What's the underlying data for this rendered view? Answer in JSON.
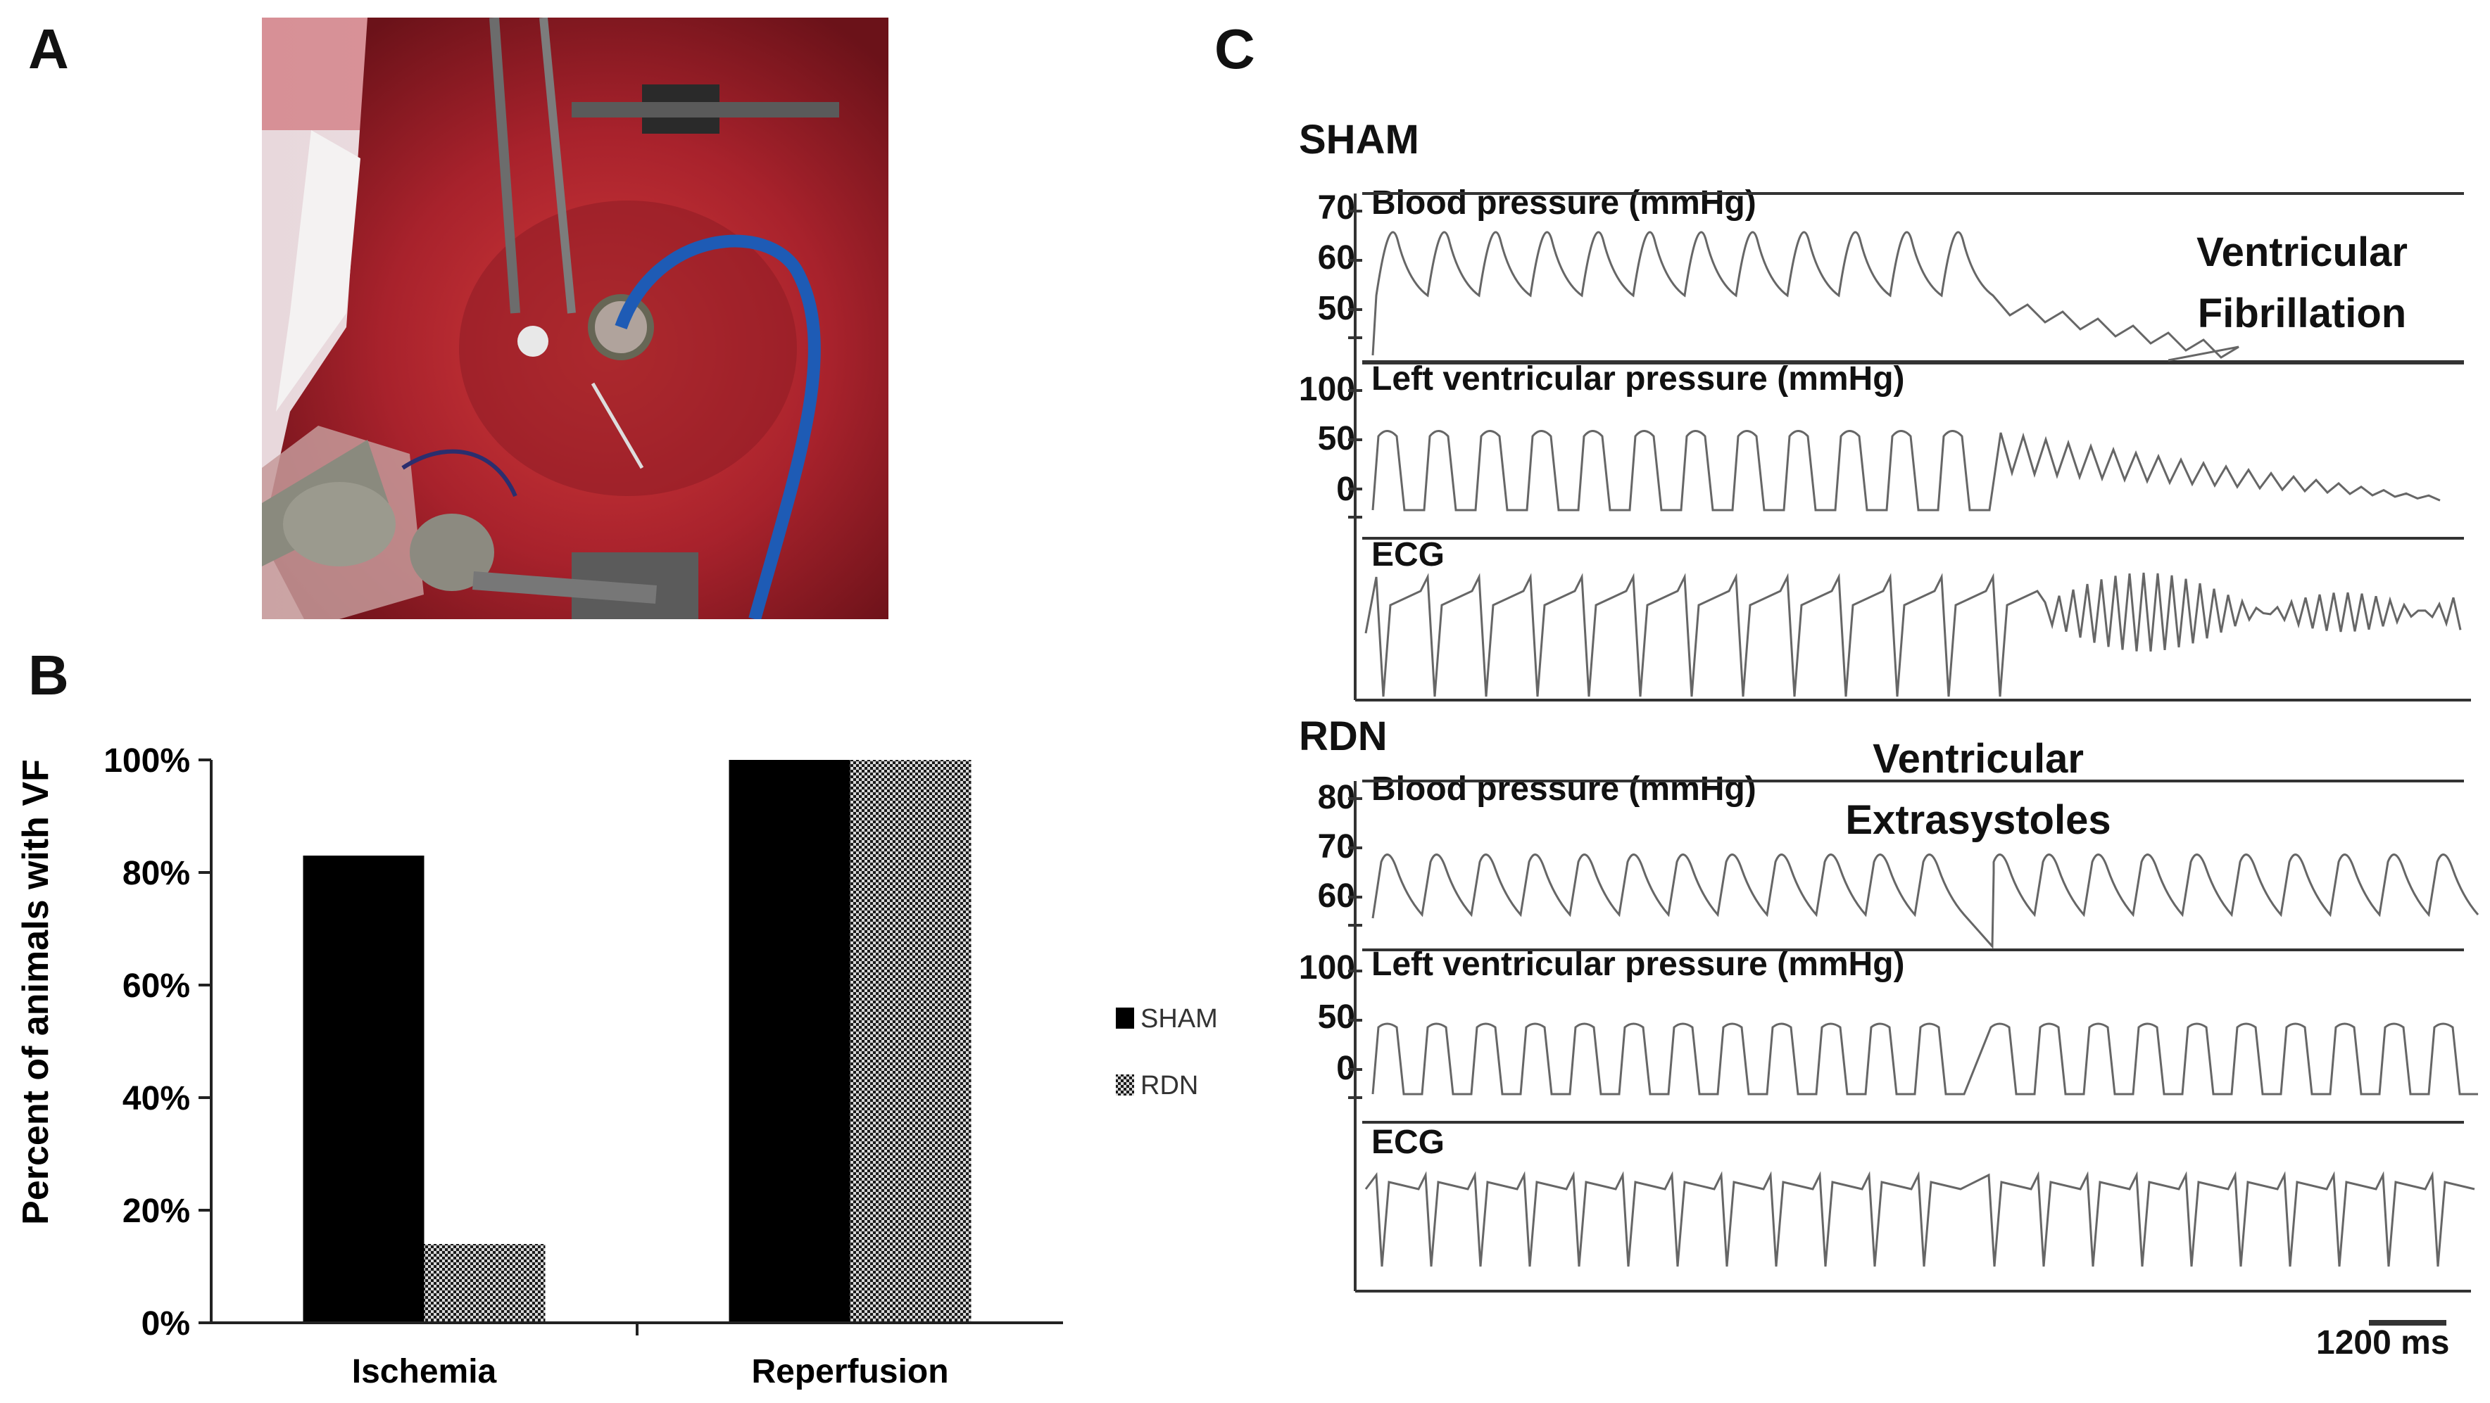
{
  "panels": {
    "a": "A",
    "b": "B",
    "c": "C"
  },
  "chart_data": {
    "type": "bar",
    "categories": [
      "Ischemia",
      "Reperfusion"
    ],
    "series": [
      {
        "name": "SHAM",
        "values": [
          83,
          100
        ]
      },
      {
        "name": "RDN",
        "values": [
          14,
          100
        ]
      }
    ],
    "ylabel": "Percent of animals with VF",
    "xlabel": "",
    "ylim": [
      0,
      100
    ],
    "yticks": [
      "0%",
      "20%",
      "40%",
      "60%",
      "80%",
      "100%"
    ],
    "legend": "right",
    "grid": false,
    "colors": {
      "SHAM": "#000000",
      "RDN": "#8a8a8a"
    }
  },
  "traces": {
    "sham": {
      "title": "SHAM",
      "bp_label": "Blood pressure (mmHg)",
      "bp_ticks": [
        "70",
        "60",
        "50"
      ],
      "lvp_label": "Left ventricular pressure (mmHg)",
      "lvp_ticks": [
        "100",
        "50",
        "0"
      ],
      "ecg_label": "ECG",
      "annotation": "Ventricular\nFibrillation"
    },
    "rdn": {
      "title": "RDN",
      "bp_label": "Blood pressure (mmHg)",
      "bp_ticks": [
        "80",
        "70",
        "60"
      ],
      "lvp_label": "Left ventricular pressure (mmHg)",
      "lvp_ticks": [
        "100",
        "50",
        "0"
      ],
      "ecg_label": "ECG",
      "annotation": "Ventricular\nExtrasystoles"
    },
    "scale_bar": "1200 ms"
  }
}
